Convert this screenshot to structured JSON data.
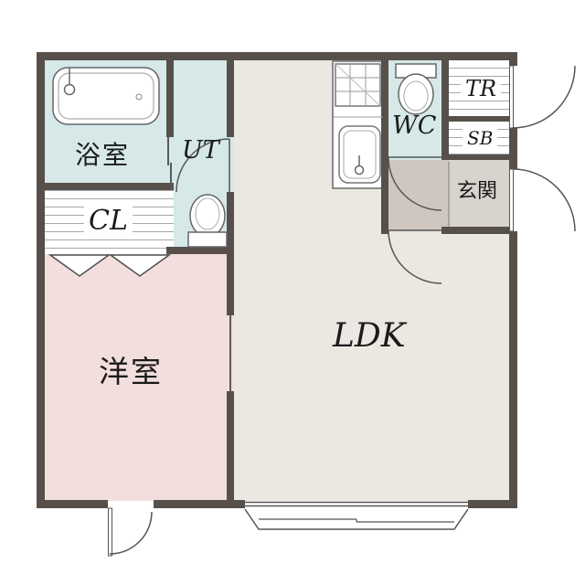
{
  "title": "apartment-floor-plan",
  "rooms": {
    "bathroom": {
      "label": "浴室"
    },
    "utility": {
      "label": "UT"
    },
    "closet": {
      "label": "CL"
    },
    "western_room": {
      "label": "洋室"
    },
    "ldk": {
      "label": "LDK"
    },
    "wc": {
      "label": "WC"
    },
    "trunk_room": {
      "label": "TR"
    },
    "shoe_box": {
      "label": "SB"
    },
    "entrance": {
      "label": "玄関"
    }
  },
  "colors": {
    "wall": "#57504a",
    "wet": "#d6e8e8",
    "western": "#f2dedd",
    "ldk": "#ebe7e1",
    "hall": "#cfc7bf",
    "entrance": "#d7d3cd"
  }
}
